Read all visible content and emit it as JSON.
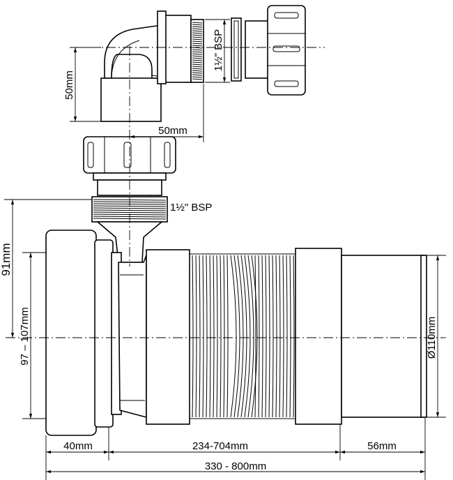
{
  "labels": {
    "upper_thread": "1½\" BSP",
    "elbow_height": "50mm",
    "elbow_offset": "50mm",
    "lower_thread": "1½\" BSP",
    "spigot_height": "91mm",
    "pan_height": "97 – 107mm",
    "diameter": "Ø110mm",
    "pan_collar": "40mm",
    "flex_length": "234-704mm",
    "outlet_length": "56mm",
    "overall_length": "330 - 800mm"
  }
}
